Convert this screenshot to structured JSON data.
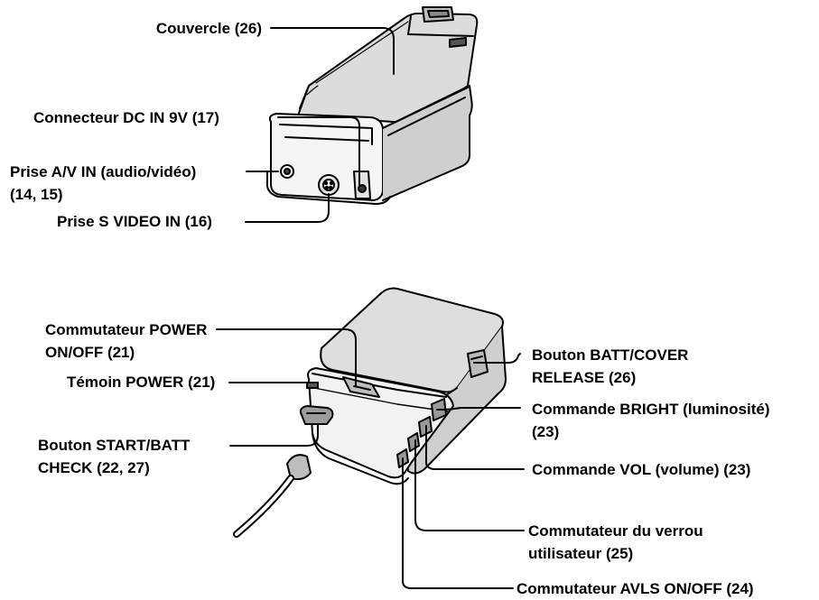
{
  "labels": {
    "cover": "Couvercle (26)",
    "dc_in": "Connecteur DC IN 9V (17)",
    "av_in_line1": "Prise A/V IN (audio/vidéo)",
    "av_in_line2": "(14, 15)",
    "s_video": "Prise S VIDEO IN (16)",
    "power_switch_line1": "Commutateur POWER",
    "power_switch_line2": "ON/OFF (21)",
    "power_lamp": "Témoin POWER (21)",
    "start_btn_line1": "Bouton START/BATT",
    "start_btn_line2": "CHECK (22, 27)",
    "batt_cover_line1": "Bouton BATT/COVER",
    "batt_cover_line2": "RELEASE (26)",
    "bright_line1": "Commande BRIGHT (luminosité)",
    "bright_line2": "(23)",
    "vol": "Commande VOL (volume) (23)",
    "lock_line1": "Commutateur du verrou",
    "lock_line2": "utilisateur  (25)",
    "avls": "Commutateur AVLS ON/OFF (24)"
  }
}
